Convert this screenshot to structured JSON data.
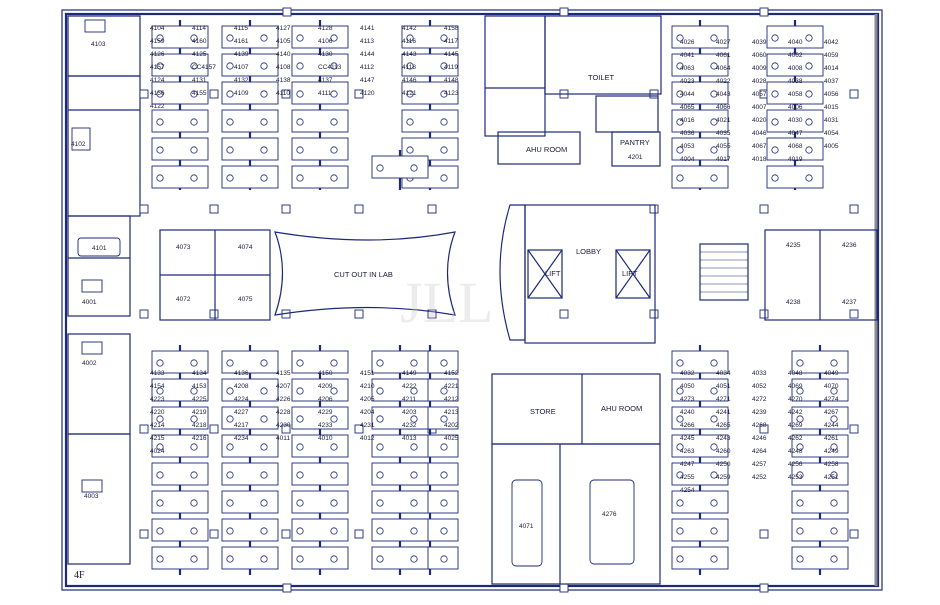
{
  "floor_label": "4F",
  "watermark": "JLL",
  "rooms": {
    "toilet": "TOILET",
    "ahu_top": "AHU ROOM",
    "pantry": "PANTRY",
    "pantry_no": "4201",
    "lobby": "LOBBY",
    "lift_left": "LIFT",
    "lift_right": "LIFT",
    "cut_out": "CUT OUT IN LAB",
    "store": "STORE",
    "ahu_bottom": "AHU ROOM",
    "meeting_left": "4071",
    "meeting_right": "4276"
  },
  "offices": [
    "4103",
    "4102",
    "4101",
    "4001",
    "4002",
    "4003"
  ],
  "quad_rooms": {
    "mid_left": [
      "4073",
      "4074",
      "4072",
      "4075"
    ],
    "right": [
      "4235",
      "4236",
      "4238",
      "4237"
    ]
  },
  "labels": [
    "4104",
    "4114",
    "4115",
    "4127",
    "4128",
    "4141",
    "4142",
    "4158",
    "4159",
    "4160",
    "4161",
    "4105",
    "4106",
    "4113",
    "4116",
    "4117",
    "4126",
    "4125",
    "4139",
    "4140",
    "4130",
    "4144",
    "4143",
    "4145",
    "4157",
    "CC4157",
    "4107",
    "4108",
    "CC4113",
    "4112",
    "4118",
    "4119",
    "4124",
    "4131",
    "4132",
    "4138",
    "4137",
    "4147",
    "4146",
    "4148",
    "4156",
    "4155",
    "4109",
    "4110",
    "4111",
    "4120",
    "4121",
    "4123",
    "4122",
    "4133",
    "4134",
    "4136",
    "4135",
    "4150",
    "4151",
    "4149",
    "4152",
    "4154",
    "4153",
    "4208",
    "4207",
    "4209",
    "4210",
    "4222",
    "4221",
    "4223",
    "4225",
    "4224",
    "4226",
    "4206",
    "4205",
    "4211",
    "4212",
    "4220",
    "4219",
    "4227",
    "4228",
    "4229",
    "4204",
    "4203",
    "4213",
    "4214",
    "4218",
    "4217",
    "4230",
    "4233",
    "4231",
    "4232",
    "4202",
    "4215",
    "4216",
    "4234",
    "4011",
    "4010",
    "4012",
    "4013",
    "4025",
    "4024",
    "4026",
    "4027",
    "4039",
    "4040",
    "4042",
    "4041",
    "4061",
    "4060",
    "4062",
    "4059",
    "4063",
    "4064",
    "4009",
    "4008",
    "4014",
    "4023",
    "4022",
    "4028",
    "4038",
    "4037",
    "4044",
    "4043",
    "4057",
    "4058",
    "4056",
    "4065",
    "4066",
    "4007",
    "4006",
    "4015",
    "4016",
    "4021",
    "4020",
    "4030",
    "4031",
    "4036",
    "4035",
    "4046",
    "4047",
    "4054",
    "4053",
    "4055",
    "4067",
    "4068",
    "4005",
    "4004",
    "4017",
    "4018",
    "4019",
    "4032",
    "4034",
    "4033",
    "4048",
    "4049",
    "4050",
    "4051",
    "4052",
    "4069",
    "4070",
    "4273",
    "4271",
    "4272",
    "4270",
    "4274",
    "4240",
    "4241",
    "4239",
    "4242",
    "4267",
    "4266",
    "4265",
    "4268",
    "4269",
    "4244",
    "4245",
    "4243",
    "4246",
    "4262",
    "4261",
    "4263",
    "4260",
    "4264",
    "4248",
    "4249",
    "4247",
    "4250",
    "4257",
    "4256",
    "4258",
    "4255",
    "4259",
    "4252",
    "4253",
    "4251",
    "4254"
  ]
}
